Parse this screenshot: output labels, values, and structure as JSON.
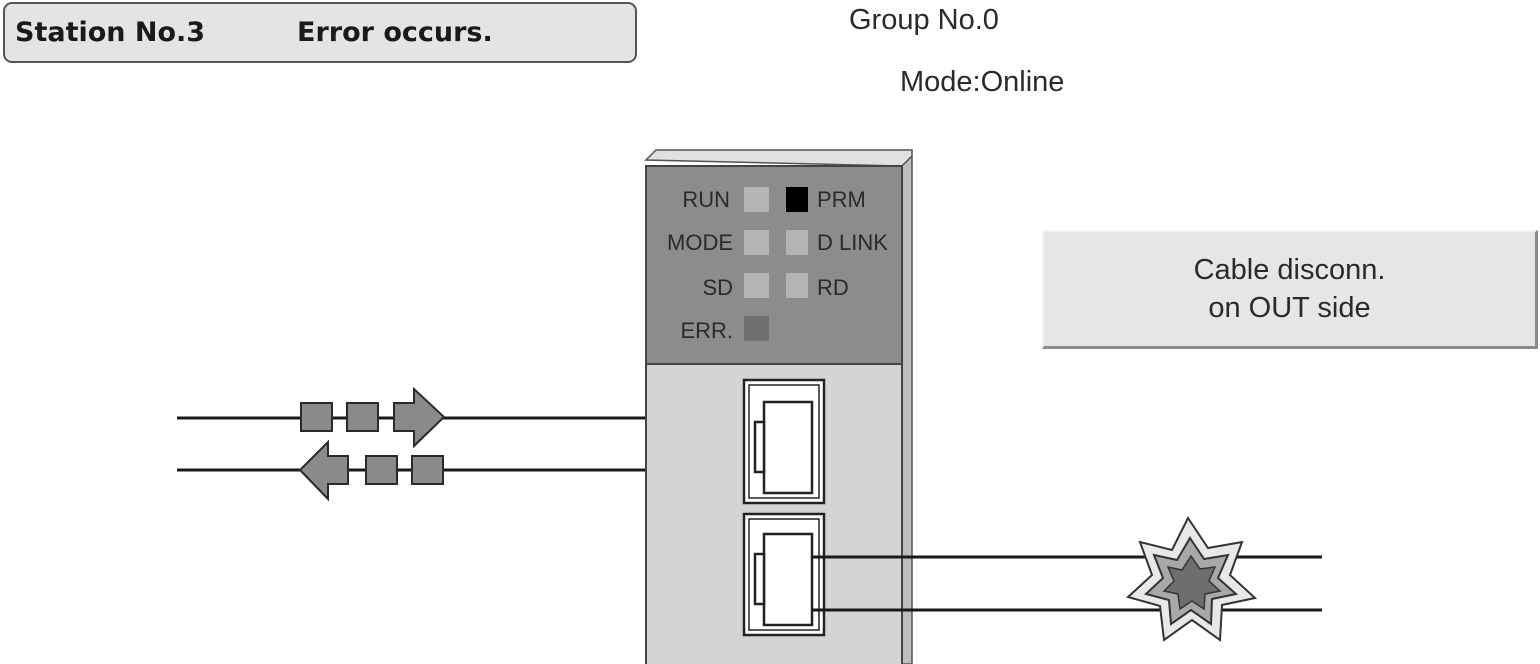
{
  "status_bar": {
    "station": "Station No.3",
    "message": "Error occurs."
  },
  "header": {
    "group": "Group No.0",
    "mode": "Mode:Online"
  },
  "error_message": {
    "line1": "Cable disconn.",
    "line2": "on OUT side"
  },
  "module": {
    "leds": {
      "run": "RUN",
      "prm": "PRM",
      "mode": "MODE",
      "d_link": "D LINK",
      "sd": "SD",
      "rd": "RD",
      "err": "ERR."
    },
    "led_states": {
      "run": "off",
      "prm": "on",
      "mode": "off",
      "d_link": "off",
      "sd": "off",
      "rd": "off",
      "err": "on"
    }
  },
  "colors": {
    "module_top": "#8c8c8c",
    "module_body": "#d4d4d4",
    "led_off": "#b4b4b4",
    "led_prm_on": "#000000",
    "led_err_on": "#707070",
    "packet": "#8a8a8a",
    "message_box": "#e6e6e6"
  },
  "icons": {
    "in_port": "ethernet-port-icon",
    "out_port": "ethernet-port-icon",
    "break": "cable-break-star-icon",
    "send_arrow": "arrow-right-icon",
    "receive_arrow": "arrow-left-icon"
  }
}
